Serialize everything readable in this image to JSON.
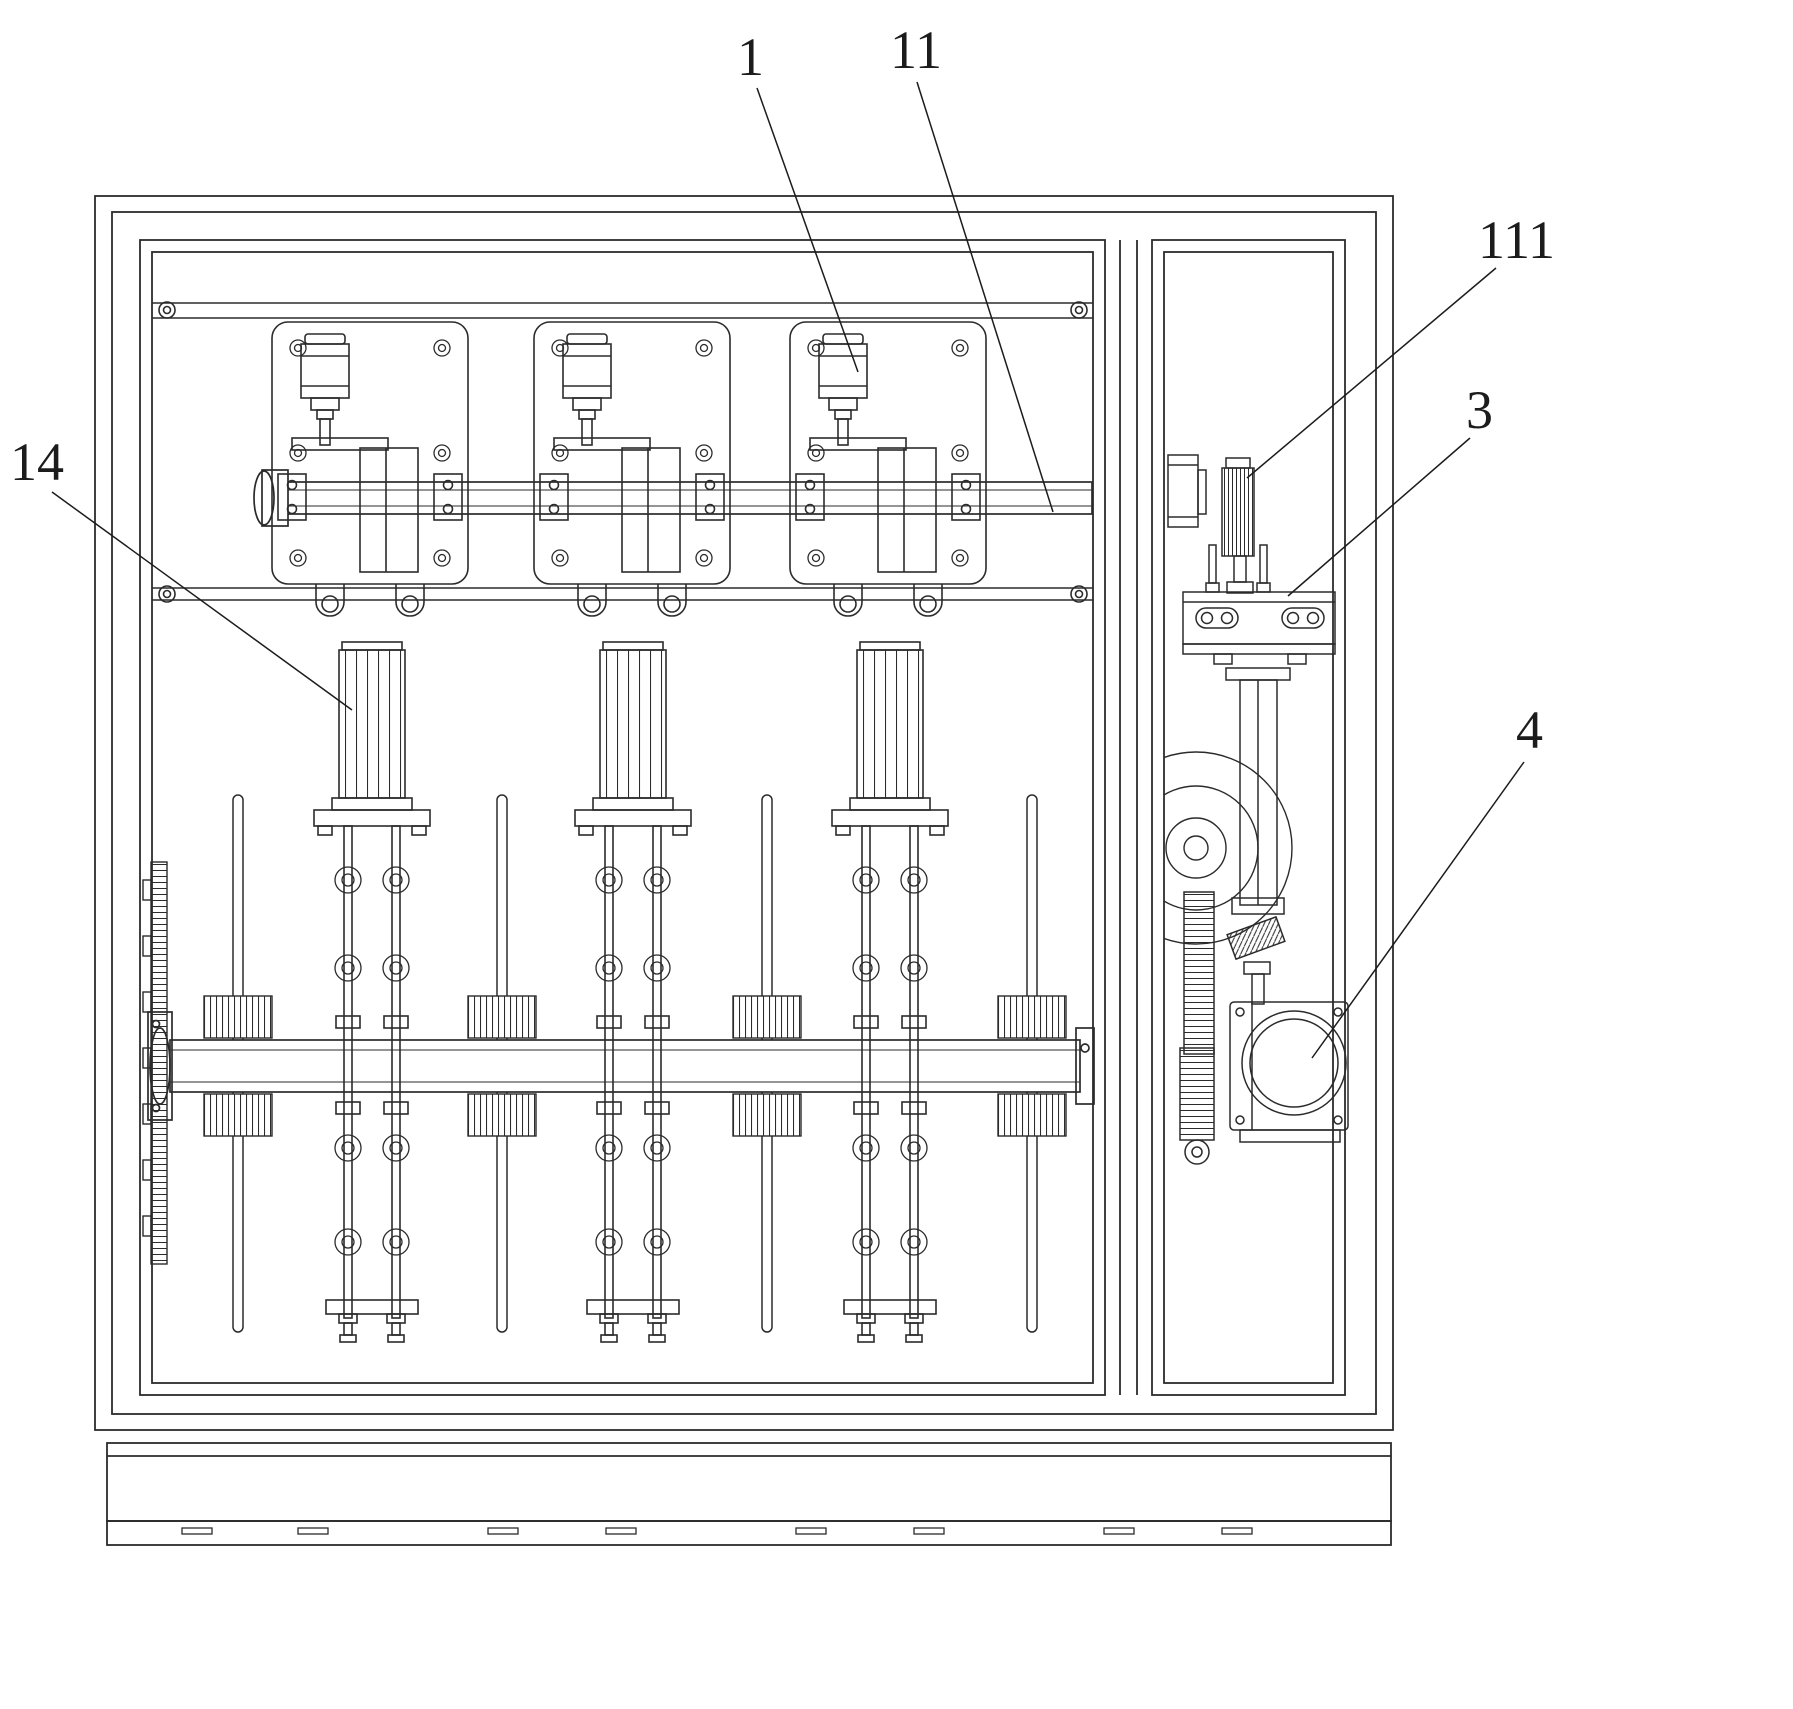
{
  "figure": {
    "labels": {
      "part1": "1",
      "part11": "11",
      "part111": "111",
      "part3": "3",
      "part4": "4",
      "part14": "14"
    }
  }
}
